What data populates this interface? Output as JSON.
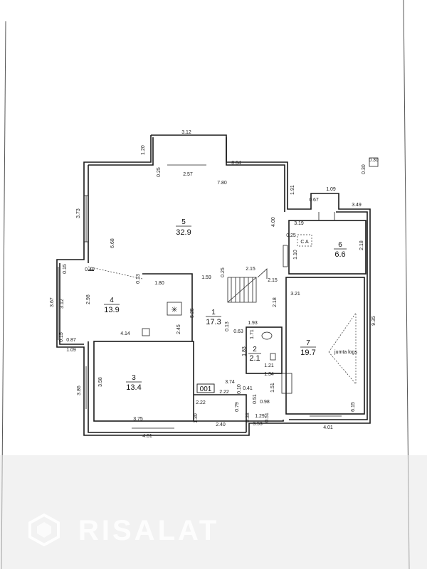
{
  "plan_label": "001",
  "rooms": [
    {
      "number": "1",
      "area": "17.3"
    },
    {
      "number": "2",
      "area": "2.1"
    },
    {
      "number": "3",
      "area": "13.4"
    },
    {
      "number": "4",
      "area": "13.9"
    },
    {
      "number": "5",
      "area": "32.9"
    },
    {
      "number": "6",
      "area": "6.6"
    },
    {
      "number": "7",
      "area": "19.7"
    }
  ],
  "notes": {
    "roof_window": "jumta logs",
    "ca": "C A"
  },
  "dimensions": [
    "3.12",
    "1.20",
    "2.57",
    "8.64",
    "7.80",
    "0.25",
    "1.91",
    "1.09",
    "0.67",
    "3.49",
    "0.30",
    "0.30",
    "3.73",
    "6.68",
    "4.00",
    "3.19",
    "0.25",
    "2.18",
    "1.10",
    "0.15",
    "0.40",
    "0.13",
    "1.80",
    "1.59",
    "0.25",
    "2.15",
    "2.15",
    "3.21",
    "3.67",
    "3.12",
    "2.98",
    "2.18",
    "1.93",
    "0.13",
    "0.63",
    "1.71",
    "9.35",
    "0.87",
    "0.15",
    "4.14",
    "2.45",
    "5.25",
    "1.09",
    "1.83",
    "1.21",
    "3.58",
    "3.86",
    "1.34",
    "3.74",
    "0.10",
    "0.41",
    "2.22",
    "2.22",
    "1.51",
    "0.79",
    "0.51",
    "0.98",
    "6.15",
    "0.38",
    "1.29",
    "0.51",
    "1.30",
    "2.40",
    "3.53",
    "3.75",
    "4.01",
    "4.61"
  ],
  "watermark": "RISALAT"
}
